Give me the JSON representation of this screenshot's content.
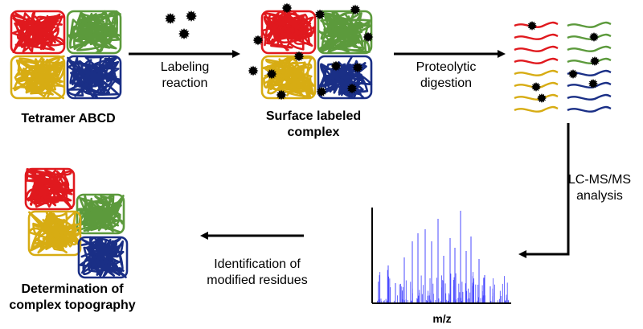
{
  "labels": {
    "tetramer": "Tetramer ABCD",
    "labeling_reaction": [
      "Labeling",
      "reaction"
    ],
    "surface_labeled": [
      "Surface labeled",
      "complex"
    ],
    "proteolytic_digestion": [
      "Proteolytic",
      "digestion"
    ],
    "lcms_analysis": [
      "LC-MS/MS",
      "analysis"
    ],
    "spectrum_axis": "m/z",
    "identification": [
      "Identification of",
      "modified residues"
    ],
    "determination": [
      "Determination of",
      "complex topography"
    ]
  },
  "colors": {
    "subunit_a": "#e0191e",
    "subunit_b": "#5c9a3c",
    "subunit_c": "#d7ac13",
    "subunit_d": "#1a2f86",
    "label_dot": "#000000",
    "spectrum": "#4a4aff"
  },
  "icons": {
    "label_molecule": "spiky-black-dot",
    "protein_subunit": "tangled-chain-blob",
    "peptide": "wavy-line"
  }
}
